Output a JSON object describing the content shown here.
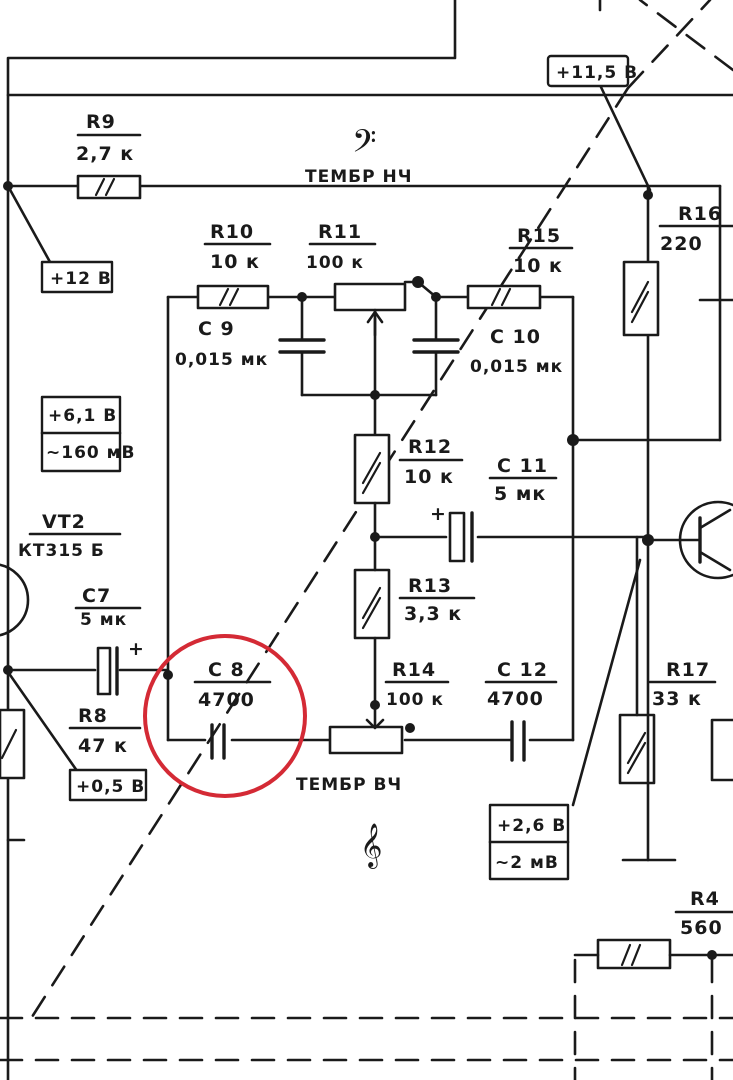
{
  "components": {
    "R9": {
      "name": "R9",
      "value": "2,7 к"
    },
    "R10": {
      "name": "R10",
      "value": "10 к"
    },
    "R11": {
      "name": "R11",
      "value": "100 к"
    },
    "R15": {
      "name": "R15",
      "value": "10 к"
    },
    "R16": {
      "name": "R16",
      "value": "220"
    },
    "R12": {
      "name": "R12",
      "value": "10 к"
    },
    "R13": {
      "name": "R13",
      "value": "3,3 к"
    },
    "R14": {
      "name": "R14",
      "value": "100 к"
    },
    "R17": {
      "name": "R17",
      "value": "33 к"
    },
    "R8": {
      "name": "R8",
      "value": "47 к"
    },
    "R4x": {
      "name": "R4",
      "value": "560"
    },
    "C7": {
      "name": "C7",
      "value": "5 мк"
    },
    "C8": {
      "name": "C 8",
      "value": "4700"
    },
    "C9": {
      "name": "C 9",
      "value": "0,015 мк"
    },
    "C10": {
      "name": "C 10",
      "value": "0,015 мк"
    },
    "C11": {
      "name": "C 11",
      "value": "5 мк"
    },
    "C12": {
      "name": "C 12",
      "value": "4700"
    },
    "VT2": {
      "name": "VT2",
      "value": "КТ315 Б"
    }
  },
  "labels": {
    "bass": "ТЕМБР НЧ",
    "treble": "ТЕМБР ВЧ",
    "bass_clef": "𝄢",
    "treble_clef": "𝄞",
    "c11_plus": "+",
    "c7_plus": "+"
  },
  "voltage_boxes": {
    "v_top": "+11,5 В",
    "v_r9": "+12 В",
    "v_vt2_a": "+6,1 В",
    "v_vt2_b": "~160 мВ",
    "v_r8": "+0,5 В",
    "v_bottom_a": "+2,6 В",
    "v_bottom_b": "~2 мВ"
  },
  "highlight_color": "#d42a35"
}
